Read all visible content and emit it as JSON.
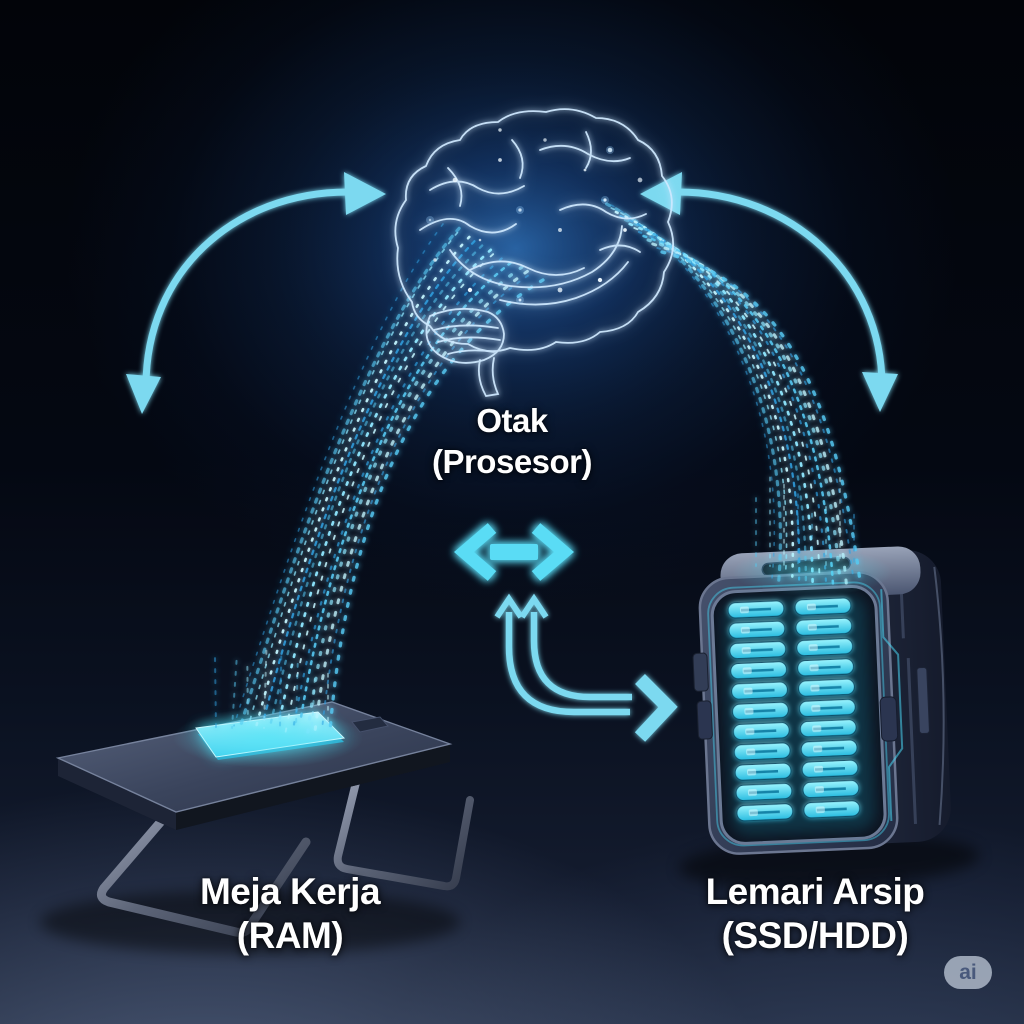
{
  "diagram": {
    "labels": {
      "processor": {
        "name": "Otak",
        "sub": "(Prosesor)"
      },
      "ram": {
        "name": "Meja Kerja",
        "sub": "(RAM)"
      },
      "storage": {
        "name": "Lemari Arsip",
        "sub": "(SSD/HDD)"
      }
    },
    "watermark": "ai",
    "icons": {
      "center_symbol": "bidirectional-arrow-icon",
      "left_connector": "curved-double-arrow-brain-desk",
      "right_connector": "curved-double-arrow-brain-cabinet",
      "bottom_connector": "curved-up-right-double-arrow"
    },
    "colors": {
      "accent_cyan": "#5adcf5",
      "arrow_cyan": "#7cd9f0",
      "pad_cyan": "#45e0f5",
      "slot_cyan_light": "#8df2fd",
      "slot_cyan_dark": "#2cc0e2",
      "particle_palette": [
        "#2e9fe0",
        "#55c6f0",
        "#8fe7ff",
        "#c2f4ff"
      ],
      "text": "#ffffff",
      "background": "#04070f",
      "brain_glow": "#2e7ed9",
      "badge_bg": "#bac4d4",
      "badge_text": "#49597c"
    }
  }
}
